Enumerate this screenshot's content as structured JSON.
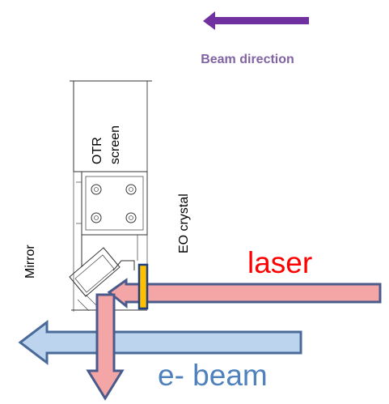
{
  "labels": {
    "beam_direction": "Beam direction",
    "otr_line1": "OTR",
    "otr_line2": "screen",
    "eo_crystal": "EO crystal",
    "mirror": "Mirror",
    "laser": "laser",
    "ebeam": "e- beam"
  },
  "colors": {
    "beam_direction_arrow": "#7030a0",
    "beam_direction_text": "#8064a2",
    "laser_fill": "#f4a6a6",
    "laser_stroke": "#4a5a8a",
    "laser_text": "#ff0000",
    "ebeam_fill": "#bcd4ee",
    "ebeam_stroke": "#4a6a9a",
    "ebeam_text": "#4f81bd",
    "crystal_fill": "#ffc000",
    "crystal_stroke": "#1f3f7f"
  }
}
